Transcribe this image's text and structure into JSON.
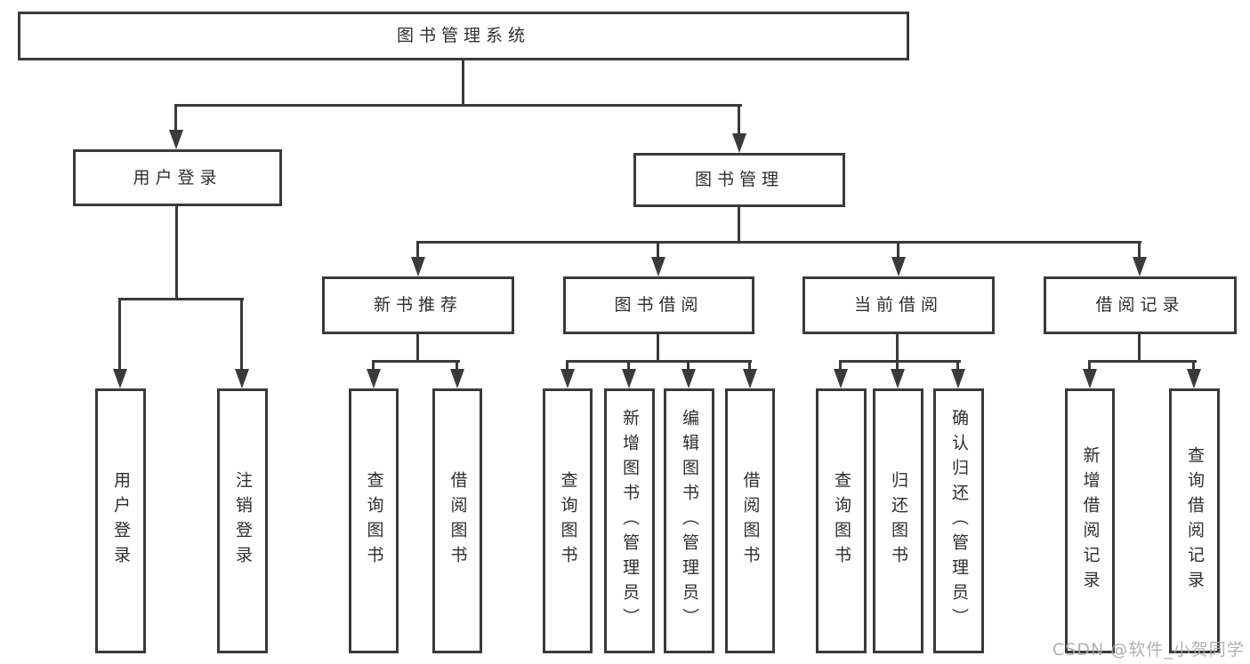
{
  "tree": {
    "root": {
      "label": "图书管理系统"
    },
    "branches": [
      {
        "label": "用户登录",
        "children": [
          {
            "label": "用户登录"
          },
          {
            "label": "注销登录"
          }
        ]
      },
      {
        "label": "图书管理",
        "groups": [
          {
            "label": "新书推荐",
            "children": [
              {
                "label": "查询图书"
              },
              {
                "label": "借阅图书"
              }
            ]
          },
          {
            "label": "图书借阅",
            "children": [
              {
                "label": "查询图书"
              },
              {
                "label": "新增图书（管理员）"
              },
              {
                "label": "编辑图书（管理员）"
              },
              {
                "label": "借阅图书"
              }
            ]
          },
          {
            "label": "当前借阅",
            "children": [
              {
                "label": "查询图书"
              },
              {
                "label": "归还图书"
              },
              {
                "label": "确认归还（管理员）"
              }
            ]
          },
          {
            "label": "借阅记录",
            "children": [
              {
                "label": "新增借阅记录"
              },
              {
                "label": "查询借阅记录"
              }
            ]
          }
        ]
      }
    ]
  },
  "watermark": {
    "text": "CSDN @软件_小贺同学",
    "color": "#a8a8a8"
  },
  "colors": {
    "line": "#3a3a3a",
    "text": "#2e2e2e",
    "background": "#ffffff"
  }
}
